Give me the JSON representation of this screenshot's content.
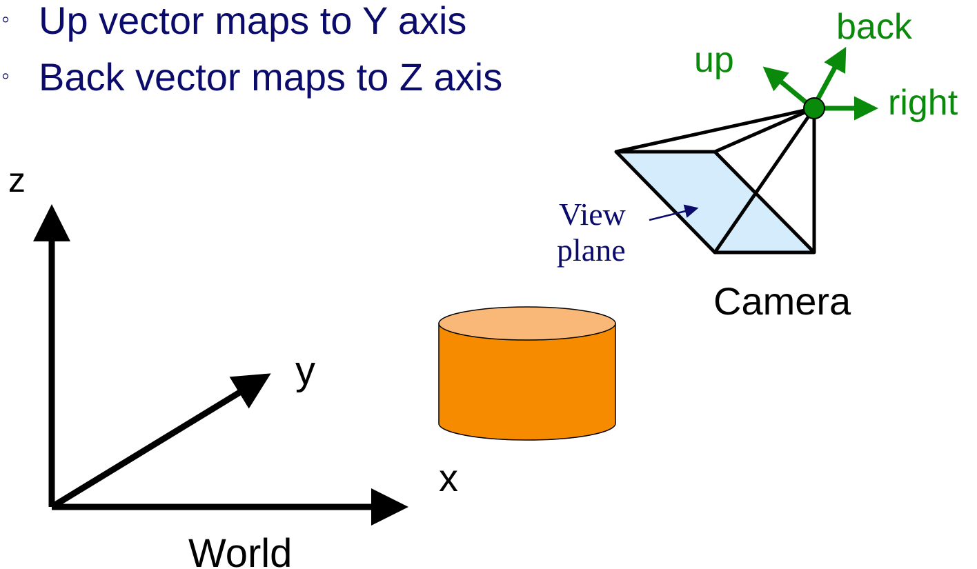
{
  "bullets": [
    {
      "mark": "◦",
      "text": "Up vector maps to Y axis"
    },
    {
      "mark": "◦",
      "text": "Back vector maps to Z axis"
    }
  ],
  "world": {
    "label": "World",
    "axis_z": "z",
    "axis_y": "y",
    "axis_x": "x"
  },
  "camera": {
    "label": "Camera",
    "vec_up": "up",
    "vec_back": "back",
    "vec_right": "right",
    "view_plane_line1": "View",
    "view_plane_line2": "plane"
  },
  "colors": {
    "bullet_text": "#0b0b6b",
    "camera_vectors": "#0a8a0a",
    "view_plane_fill": "#d4ecfb",
    "cylinder_side": "#f68b00",
    "cylinder_top": "#f9b878",
    "axes": "#000000"
  }
}
